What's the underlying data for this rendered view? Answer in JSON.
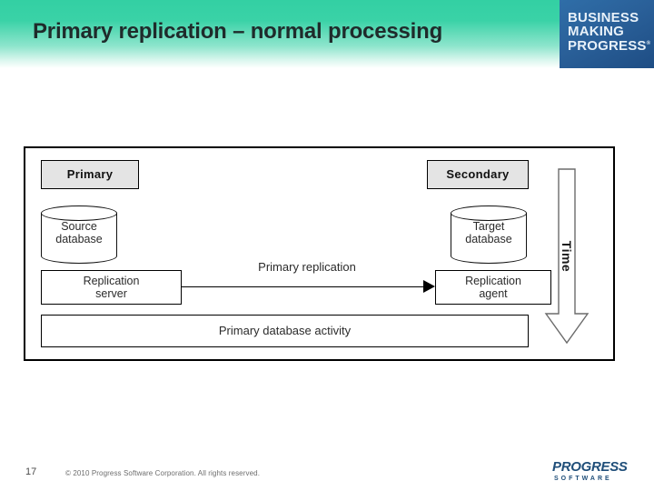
{
  "slide": {
    "title": "Primary replication – normal processing",
    "page_number": "17",
    "copyright": "© 2010 Progress Software Corporation. All rights reserved."
  },
  "brand": {
    "line1": "BUSINESS",
    "line2": "MAKING",
    "line3": "PROGRESS"
  },
  "footer_logo": {
    "name": "PROGRESS",
    "subtitle": "SOFTWARE"
  },
  "diagram": {
    "primary_header": "Primary",
    "secondary_header": "Secondary",
    "source_database": "Source\ndatabase",
    "source_database_line1": "Source",
    "source_database_line2": "database",
    "target_database_line1": "Target",
    "target_database_line2": "database",
    "replication_server_line1": "Replication",
    "replication_server_line2": "server",
    "replication_agent_line1": "Replication",
    "replication_agent_line2": "agent",
    "replication_arrow_label": "Primary replication",
    "activity_bar_label": "Primary database activity",
    "time_axis_label": "Time"
  },
  "colors": {
    "header_gradient_top": "#33d0a3",
    "header_gradient_bottom": "#ffffff",
    "brand_blue": "#2a6099",
    "logo_blue": "#1f4e79",
    "node_header_fill": "#e4e4e4",
    "stroke": "#000000"
  }
}
